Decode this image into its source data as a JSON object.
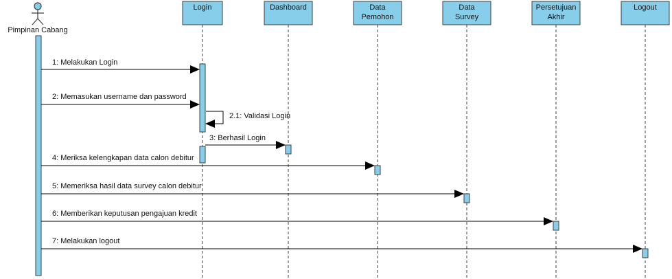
{
  "colors": {
    "box_fill": "#87CEEB",
    "box_border": "#3f3f3f",
    "activation_fill": "#87CEEB",
    "line": "#000000",
    "background": "#ffffff"
  },
  "actor": {
    "name": "Pimpinan Cabang",
    "icon": "stick-figure-icon"
  },
  "lifelines": [
    {
      "id": "login",
      "lines": [
        "Login"
      ]
    },
    {
      "id": "dashboard",
      "lines": [
        "Dashboard"
      ]
    },
    {
      "id": "data-pemohon",
      "lines": [
        "Data",
        "Pemohon"
      ]
    },
    {
      "id": "data-survey",
      "lines": [
        "Data",
        "Survey"
      ]
    },
    {
      "id": "persetujuan-akhir",
      "lines": [
        "Persetujuan",
        "Akhir"
      ]
    },
    {
      "id": "logout",
      "lines": [
        "Logout"
      ]
    }
  ],
  "messages": [
    {
      "label": "1: Melakukan Login",
      "from": "actor",
      "to": "login"
    },
    {
      "label": "2: Memasukan username dan password",
      "from": "actor",
      "to": "login"
    },
    {
      "label": "2.1: Validasi Login",
      "from": "login",
      "to": "login",
      "self": true
    },
    {
      "label": "3: Berhasil Login",
      "from": "login",
      "to": "dashboard"
    },
    {
      "label": "4: Meriksa kelengkapan data calon debitur",
      "from": "actor",
      "to": "data-pemohon"
    },
    {
      "label": "5: Memeriksa hasil data survey calon debitur",
      "from": "actor",
      "to": "data-survey"
    },
    {
      "label": "6: Memberikan keputusan pengajuan kredit",
      "from": "actor",
      "to": "persetujuan-akhir"
    },
    {
      "label": "7: Melakukan logout",
      "from": "actor",
      "to": "logout"
    }
  ]
}
